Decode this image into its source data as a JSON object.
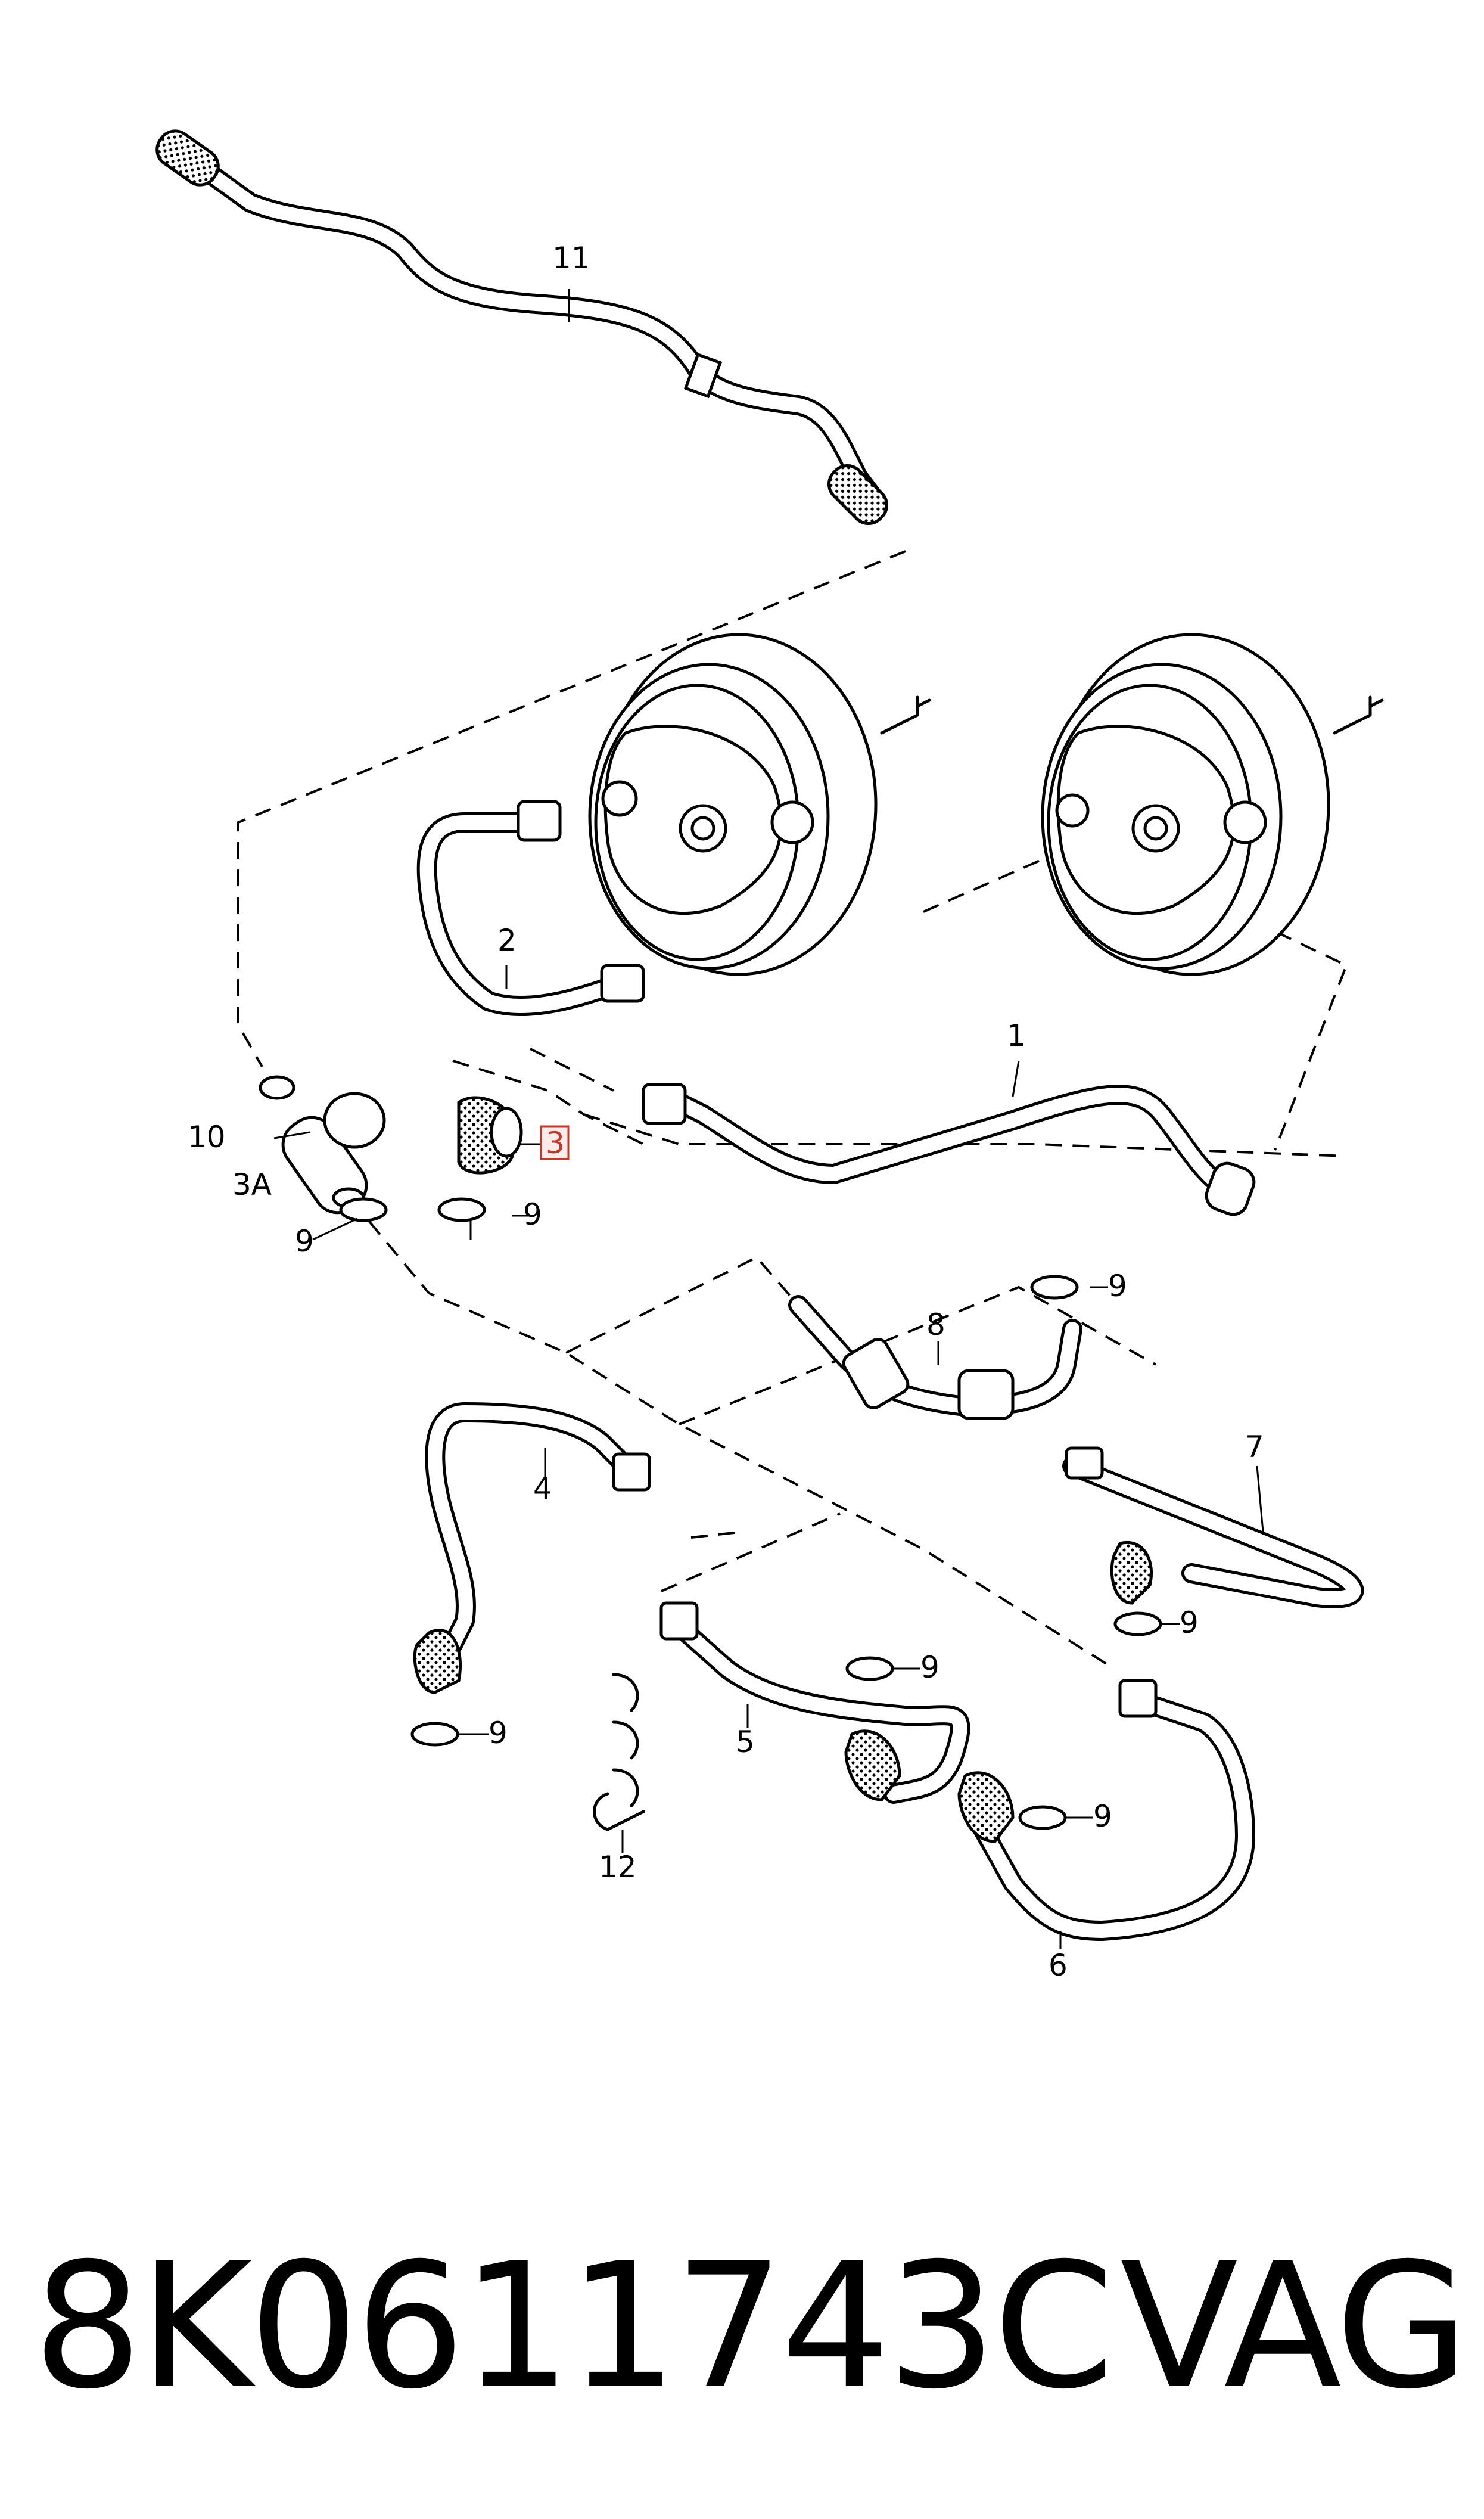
{
  "diagram": {
    "callouts": {
      "c1": "1",
      "c2": "2",
      "c3": "3",
      "c3a": "3A",
      "c4": "4",
      "c5": "5",
      "c6": "6",
      "c7": "7",
      "c8": "8",
      "c9": "9",
      "c10": "10",
      "c11": "11",
      "c12": "12"
    },
    "highlight_color": "#c0392b"
  },
  "footer": {
    "part_number": "8K0611743C",
    "brand": "VAG"
  }
}
